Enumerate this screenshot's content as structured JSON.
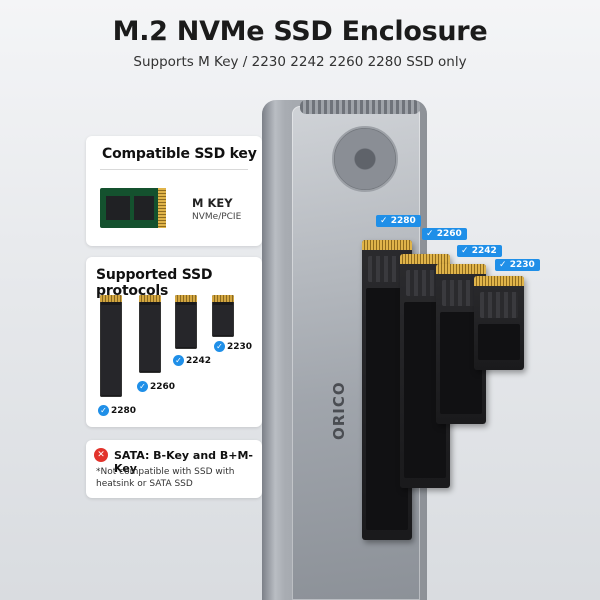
{
  "header": {
    "title": "M.2 NVMe SSD Enclosure",
    "subtitle": "Supports M Key / 2230 2242 2260 2280 SSD only"
  },
  "compatible_key": {
    "heading": "Compatible SSD key",
    "key_name": "M KEY",
    "key_type": "NVMe/PCIE"
  },
  "protocols": {
    "heading": "Supported SSD protocols",
    "sizes": [
      "2280",
      "2260",
      "2242",
      "2230"
    ]
  },
  "warning": {
    "title": "SATA: B-Key and B+M-Key",
    "note": "*Not compatible with SSD with heatsink or SATA SSD"
  },
  "enclosure": {
    "brand": "ORICO",
    "size_tags": [
      "2280",
      "2260",
      "2242",
      "2230"
    ]
  },
  "colors": {
    "accent_blue": "#1f8fe8",
    "warning_red": "#e2332b"
  }
}
